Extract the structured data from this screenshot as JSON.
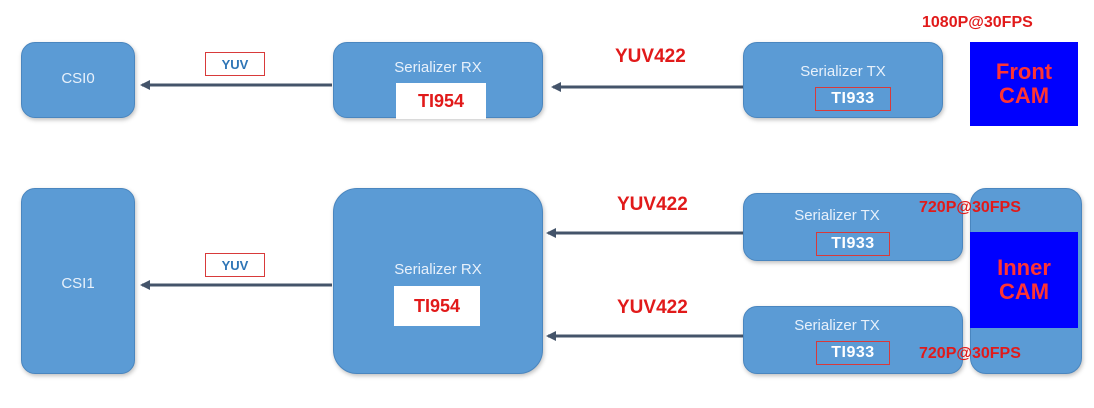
{
  "top": {
    "csi": "CSI0",
    "yuv_tag": "YUV",
    "rx_title": "Serializer RX",
    "rx_chip": "TI954",
    "link_label": "YUV422",
    "tx_title": "Serializer TX",
    "tx_chip": "TI933",
    "resolution": "1080P@30FPS",
    "cam_line1": "Front",
    "cam_line2": "CAM"
  },
  "bottom": {
    "csi": "CSI1",
    "yuv_tag": "YUV",
    "rx_title": "Serializer RX",
    "rx_chip": "TI954",
    "link_label_1": "YUV422",
    "link_label_2": "YUV422",
    "tx1_title": "Serializer TX",
    "tx1_chip": "TI933",
    "tx2_title": "Serializer TX",
    "tx2_chip": "TI933",
    "resolution_1": "720P@30FPS",
    "resolution_2": "720P@30FPS",
    "cam_line1": "Inner",
    "cam_line2": "CAM"
  },
  "colors": {
    "box": "#5b9bd5",
    "accent_red": "#e11a1a",
    "cam_blue": "#0000ff",
    "arrow": "#44546a"
  }
}
